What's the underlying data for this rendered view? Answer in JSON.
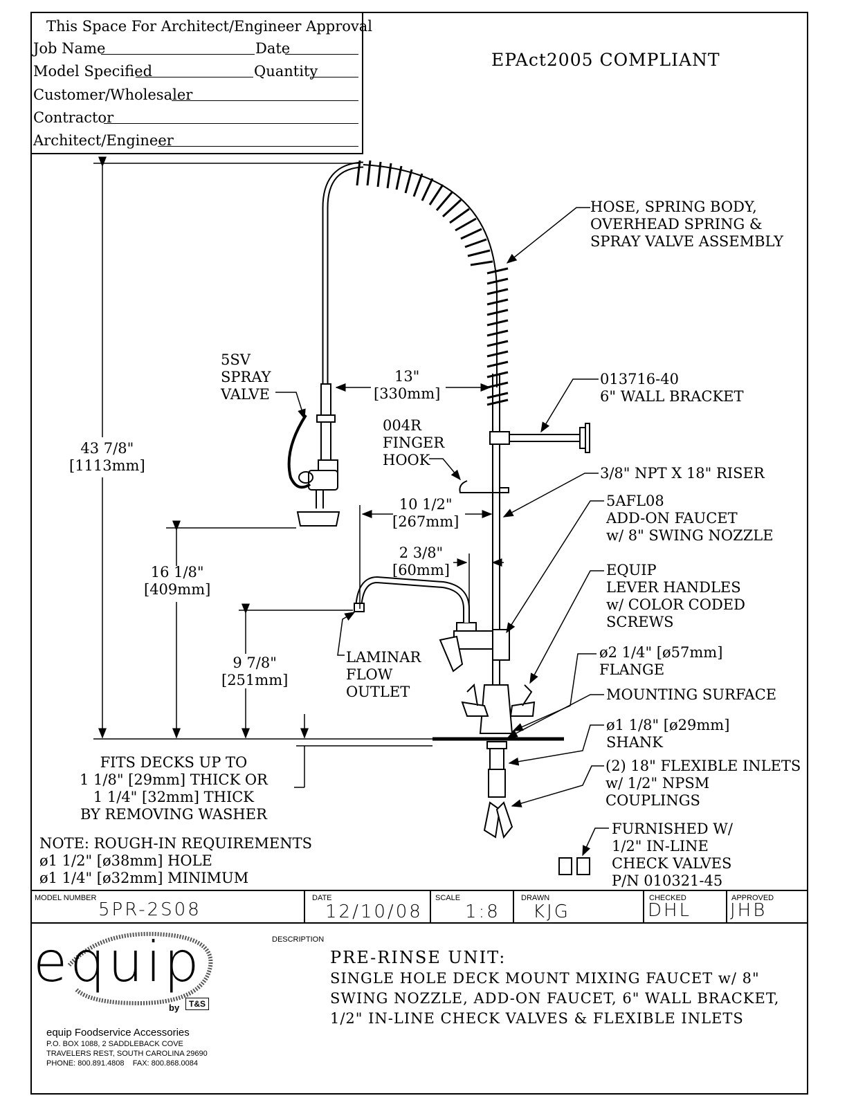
{
  "approval": {
    "heading": "This Space For Architect/Engineer Approval",
    "job_name": "Job Name",
    "date": "Date",
    "model_specified": "Model Specified",
    "quantity": "Quantity",
    "customer": "Customer/Wholesaler",
    "contractor": "Contractor",
    "architect": "Architect/Engineer"
  },
  "compliance": "EPAct2005 COMPLIANT",
  "callouts": {
    "hose": "HOSE, SPRING BODY,\nOVERHEAD SPRING &\nSPRAY VALVE ASSEMBLY",
    "spray_valve": "5SV\nSPRAY\nVALVE",
    "wall_bracket": "013716-40\n6\" WALL BRACKET",
    "finger_hook": "004R\nFINGER\nHOOK",
    "riser": "3/8\" NPT X 18\" RISER",
    "add_on": "5AFL08\nADD-ON FAUCET\nw/ 8\" SWING NOZZLE",
    "lever": "EQUIP\nLEVER HANDLES\nw/ COLOR CODED\nSCREWS",
    "flange": "ø2 1/4\" [ø57mm]\nFLANGE",
    "mounting": "MOUNTING SURFACE",
    "shank": "ø1 1/8\" [ø29mm]\nSHANK",
    "inlets": "(2) 18\" FLEXIBLE INLETS\nw/ 1/2\" NPSM\nCOUPLINGS",
    "check_valves": "FURNISHED W/\n1/2\" IN-LINE\nCHECK VALVES\nP/N 010321-45",
    "laminar": "LAMINAR\nFLOW\nOUTLET"
  },
  "dimensions": {
    "height_total": "43 7/8\"\n[1113mm]",
    "height_spray": "16 1/8\"\n[409mm]",
    "height_spout": "9 7/8\"\n[251mm]",
    "reach_13": "13\"\n[330mm]",
    "reach_10": "10 1/2\"\n[267mm]",
    "reach_2": "2 3/8\"\n[60mm]"
  },
  "deck_note": "FITS DECKS UP TO\n1 1/8\" [29mm] THICK OR\n1 1/4\" [32mm] THICK\nBY REMOVING WASHER",
  "rough_in": "NOTE: ROUGH-IN REQUIREMENTS\nø1 1/2\" [ø38mm] HOLE\nø1 1/4\" [ø32mm] MINIMUM",
  "title_block": {
    "model_number_label": "MODEL NUMBER",
    "model_number": "5PR-2S08",
    "date_label": "DATE",
    "date": "12/10/08",
    "scale_label": "SCALE",
    "scale": "1:8",
    "drawn_label": "DRAWN",
    "drawn": "KJG",
    "checked_label": "CHECKED",
    "checked": "DHL",
    "approved_label": "APPROVED",
    "approved": "JHB",
    "description_label": "DESCRIPTION",
    "desc_title": "PRE-RINSE UNIT:",
    "desc_body": "SINGLE HOLE DECK MOUNT MIXING FAUCET w/ 8\"\nSWING NOZZLE, ADD-ON FAUCET, 6\" WALL BRACKET,\n1/2\" IN-LINE CHECK VALVES & FLEXIBLE INLETS"
  },
  "company": {
    "logo_text": "equip",
    "logo_by": "by",
    "logo_ts": "T&S",
    "name": "equip Foodservice Accessories",
    "address1": "P.O. BOX 1088, 2 SADDLEBACK COVE",
    "address2": "TRAVELERS REST, SOUTH CAROLINA 29690",
    "phone": "PHONE: 800.891.4808    FAX: 800.868.0084"
  }
}
